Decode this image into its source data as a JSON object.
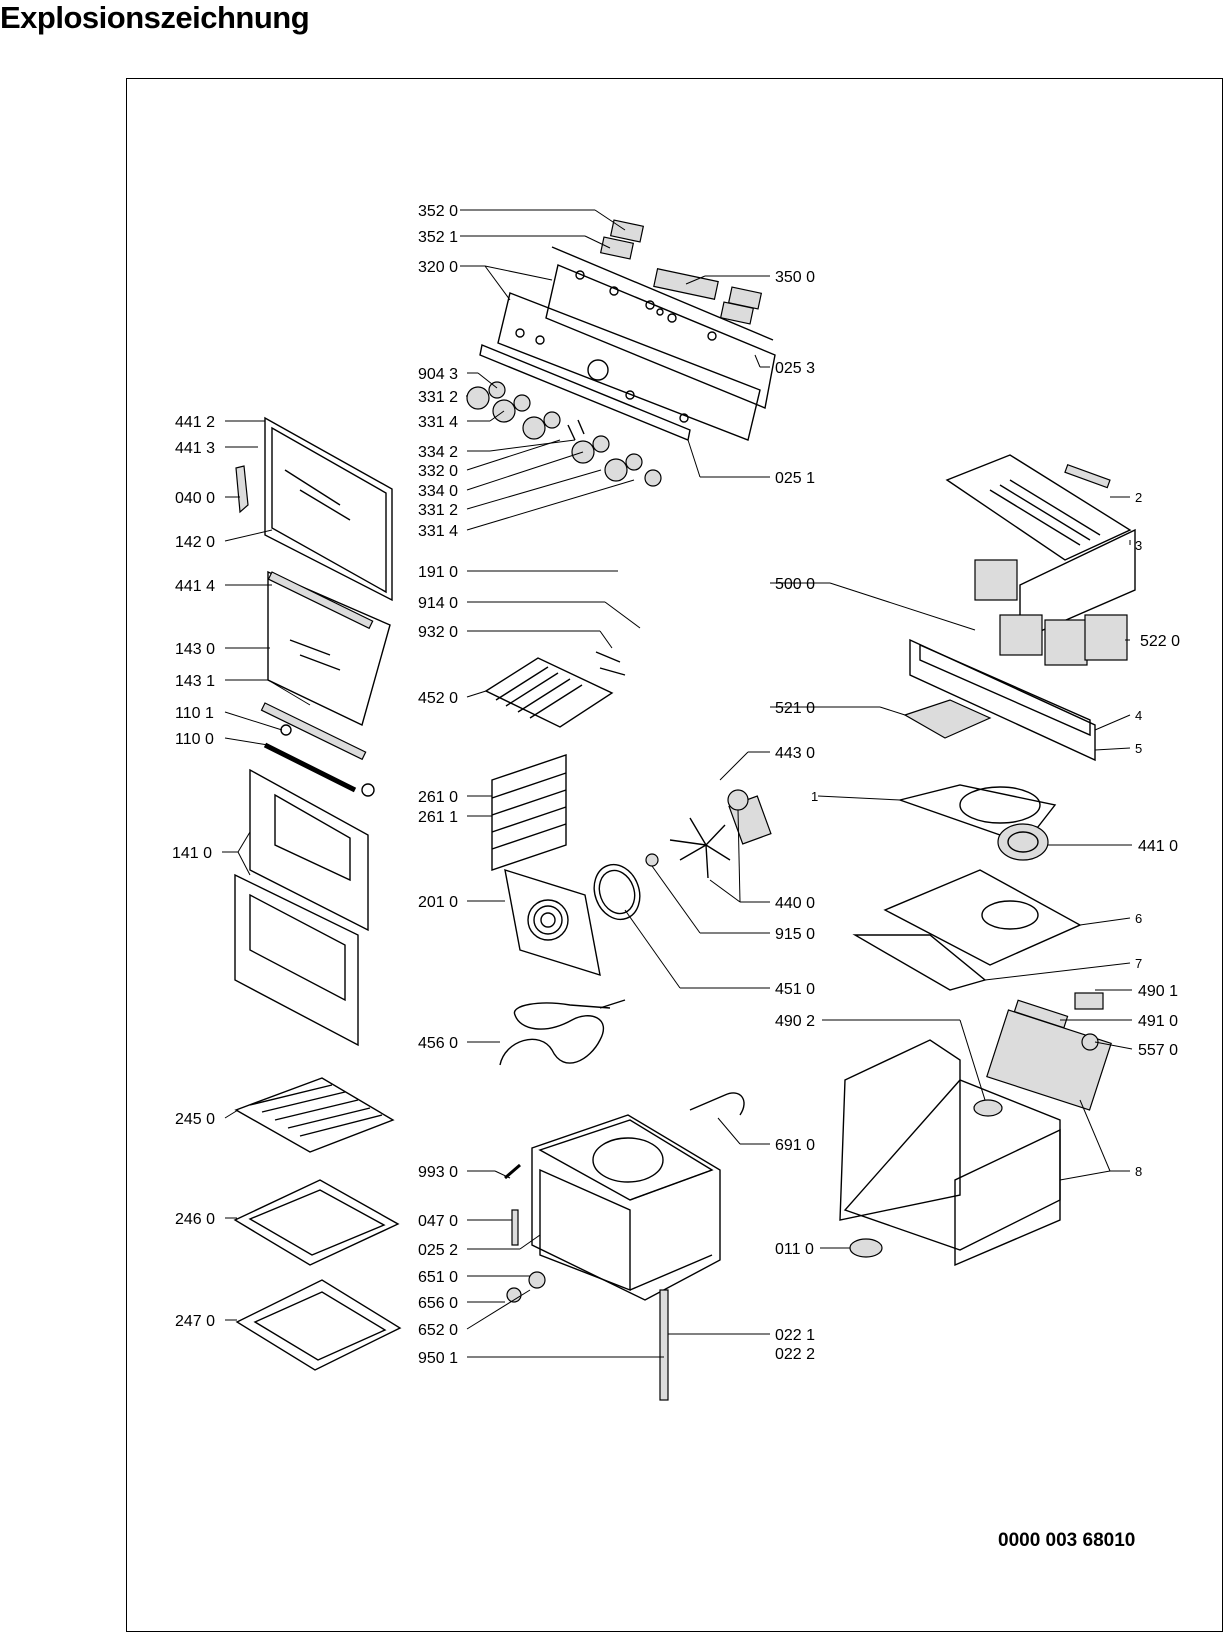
{
  "title": "Explosionszeichnung",
  "document_number": "0000 003 68010",
  "callouts": {
    "c3520": "352 0",
    "c3521": "352 1",
    "c3200": "320 0",
    "c3500": "350 0",
    "c0253": "025 3",
    "c9043": "904 3",
    "c3312a": "331 2",
    "c3314a": "331 4",
    "c4412": "441 2",
    "c4413": "441 3",
    "c3342": "334 2",
    "c3320": "332 0",
    "c3340": "334 0",
    "c3312b": "331 2",
    "c3314b": "331 4",
    "c0251": "025 1",
    "c0400": "040 0",
    "c1420": "142 0",
    "c1910": "191 0",
    "c4414": "441 4",
    "c9140": "914 0",
    "c9320": "932 0",
    "c1430": "143 0",
    "c4520": "452 0",
    "c1431": "143 1",
    "c1101": "110 1",
    "c1100": "110 0",
    "c2610": "261 0",
    "c2611": "261 1",
    "c1410": "141 0",
    "c2010": "201 0",
    "c4560": "456 0",
    "c2450": "245 0",
    "c9930": "993 0",
    "c2460": "246 0",
    "c0470": "047 0",
    "c0252": "025 2",
    "c6510": "651 0",
    "c6560": "656 0",
    "c2470": "247 0",
    "c6520": "652 0",
    "c9501": "950 1",
    "c5000": "500 0",
    "c5220": "522 0",
    "c5210": "521 0",
    "c4430": "443 0",
    "c4410": "441 0",
    "c4400": "440 0",
    "c9150": "915 0",
    "c4510": "451 0",
    "c4901": "490 1",
    "c4902": "490 2",
    "c4910": "491 0",
    "c5570": "557 0",
    "c6910": "691 0",
    "c0110": "011 0",
    "c0221": "022 1",
    "c0222": "022 2",
    "n1": "1",
    "n2": "2",
    "n3": "3",
    "n4": "4",
    "n5": "5",
    "n6": "6",
    "n7": "7",
    "n8": "8"
  }
}
